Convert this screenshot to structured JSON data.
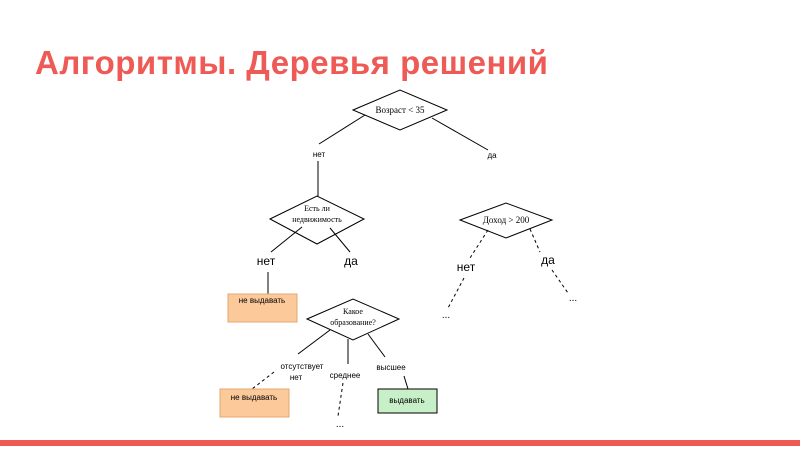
{
  "slide": {
    "title": "Алгоритмы. Деревья решений"
  },
  "colors": {
    "accent": "#ee5a55",
    "reject_box": "#fbc99a",
    "approve_box": "#c8f0c8"
  },
  "tree": {
    "root_question": "Возраст < 35",
    "q_realty": [
      "Есть ли",
      "недвижимость"
    ],
    "q_income": "Доход > 200",
    "q_education": [
      "Какое",
      "образование?"
    ],
    "edge_no": "нет",
    "edge_yes": "да",
    "edge_no_small": "нет",
    "edge_yes_small": "да",
    "edge_no_income": "нет",
    "edge_yes_income": "да",
    "edge_edu_none": "отсутствует",
    "edge_edu_none_sub": "нет",
    "edge_edu_mid": "среднее",
    "edge_edu_high": "высшее",
    "leaf_reject_1": "не выдавать",
    "leaf_reject_2": "не выдавать",
    "leaf_approve": "выдавать",
    "ellipsis": "..."
  }
}
